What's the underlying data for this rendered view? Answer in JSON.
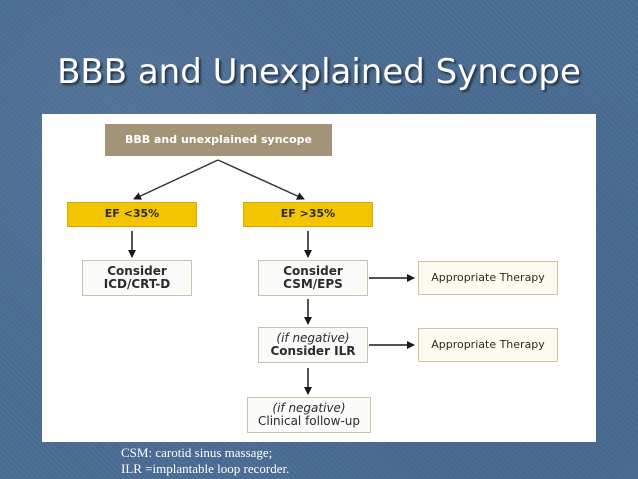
{
  "slide": {
    "title": "BBB and Unexplained Syncope"
  },
  "flowchart": {
    "root": "BBB and unexplained syncope",
    "ef_low": "EF <35%",
    "ef_high": "EF >35%",
    "consider_icd": {
      "line1": "Consider",
      "line2": "ICD/CRT-D"
    },
    "consider_csm": {
      "line1": "Consider",
      "line2": "CSM/EPS"
    },
    "consider_ilr": {
      "line1": "(if negative)",
      "line2": "Consider ILR"
    },
    "clinical_followup": {
      "line1": "(if negative)",
      "line2": "Clinical follow-up"
    },
    "therapy_1": "Appropriate Therapy",
    "therapy_2": "Appropriate Therapy"
  },
  "footnotes": {
    "line1": "CSM: carotid sinus massage;",
    "line2": "ILR =implantable loop recorder."
  }
}
